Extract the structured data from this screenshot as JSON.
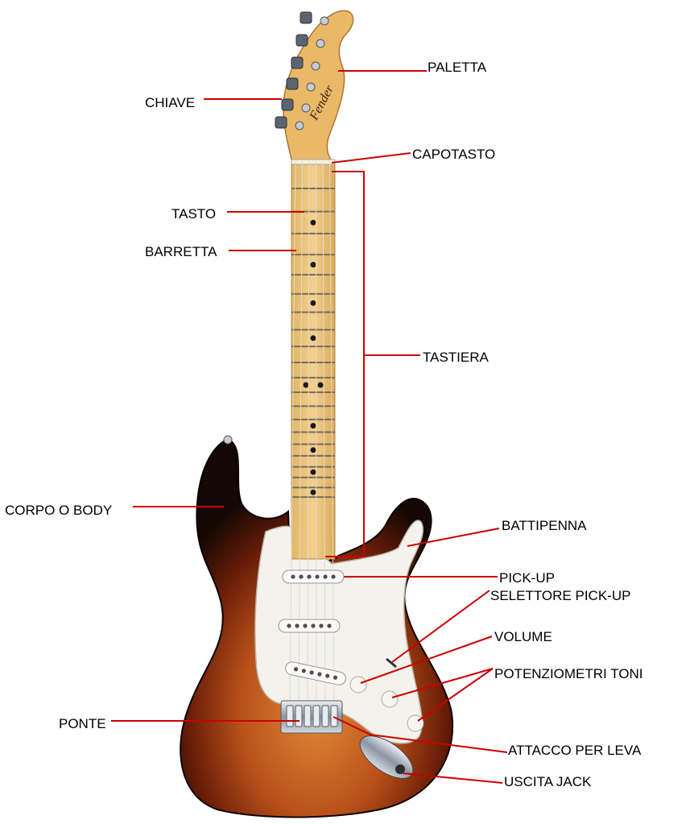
{
  "colors": {
    "leader": "#cc0000",
    "body_dark": "#1a0a04",
    "body_mid": "#8a2c0c",
    "body_light": "#d9762a",
    "maple": "#efc67c",
    "pickguard": "#f4f2ec"
  },
  "labels": {
    "paletta": "PALETTA",
    "chiave": "CHIAVE",
    "capotasto": "CAPOTASTO",
    "tasto": "TASTO",
    "barretta": "BARRETTA",
    "tastiera": "TASTIERA",
    "corpo": "CORPO O BODY",
    "battipenna": "BATTIPENNA",
    "pickup": "PICK-UP",
    "selettore": "SELETTORE PICK-UP",
    "volume": "VOLUME",
    "toni": "POTENZIOMETRI TONI",
    "ponte": "PONTE",
    "leva": "ATTACCO PER LEVA",
    "jack": "USCITA JACK"
  }
}
